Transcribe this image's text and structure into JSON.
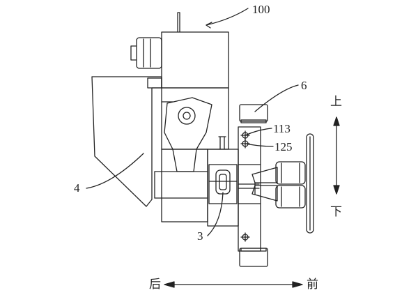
{
  "labels": {
    "assembly": "100",
    "part_6": "6",
    "part_113": "113",
    "part_125": "125",
    "part_4": "4",
    "part_3": "3"
  },
  "directions": {
    "up": "上",
    "down": "下",
    "back": "后",
    "front": "前"
  },
  "colors": {
    "line": "#222222",
    "background": "#ffffff"
  }
}
